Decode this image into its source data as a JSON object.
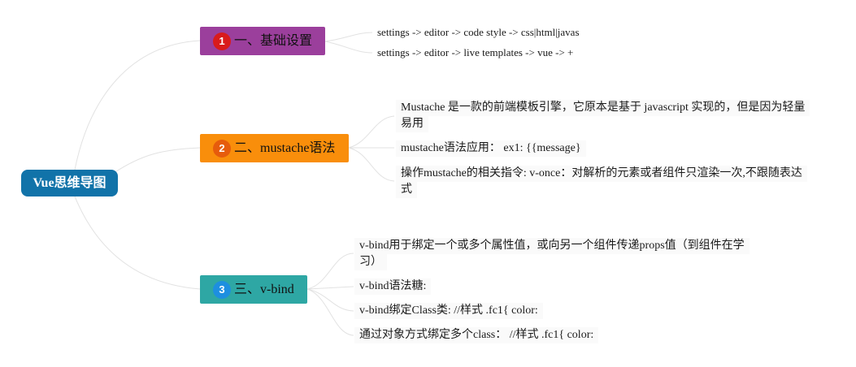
{
  "root": {
    "label": "Vue思维导图",
    "color": "#1173a9"
  },
  "branches": [
    {
      "number": "1",
      "label": "一、基础设置",
      "color": "#9b3f9c",
      "badge_color": "#d91b1b",
      "leaves": [
        "settings -> editor -> code style -> css|html|javas",
        "settings -> editor -> live templates -> vue -> +"
      ]
    },
    {
      "number": "2",
      "label": "二、mustache语法",
      "color": "#f98e0b",
      "badge_color": "#e65c0c",
      "leaves": [
        "Mustache 是一款的前端模板引擎，它原本是基于 javascript 实现的，但是因为轻量",
        "易用",
        "mustache语法应用：  ex1: {{message}",
        "操作mustache的相关指令: v-once：对解析的元素或者组件只渲染一次,不跟随表达",
        "式"
      ]
    },
    {
      "number": "3",
      "label": "三、v-bind",
      "color": "#2ea7a4",
      "badge_color": "#1d8fe0",
      "leaves": [
        "v-bind用于绑定一个或多个属性值，或向另一个组件传递props值（到组件在学",
        "习）",
        "v-bind语法糖:",
        "v-bind绑定Class类: //样式 .fc1{ color:",
        "通过对象方式绑定多个class：  //样式 .fc1{ color:"
      ]
    }
  ]
}
